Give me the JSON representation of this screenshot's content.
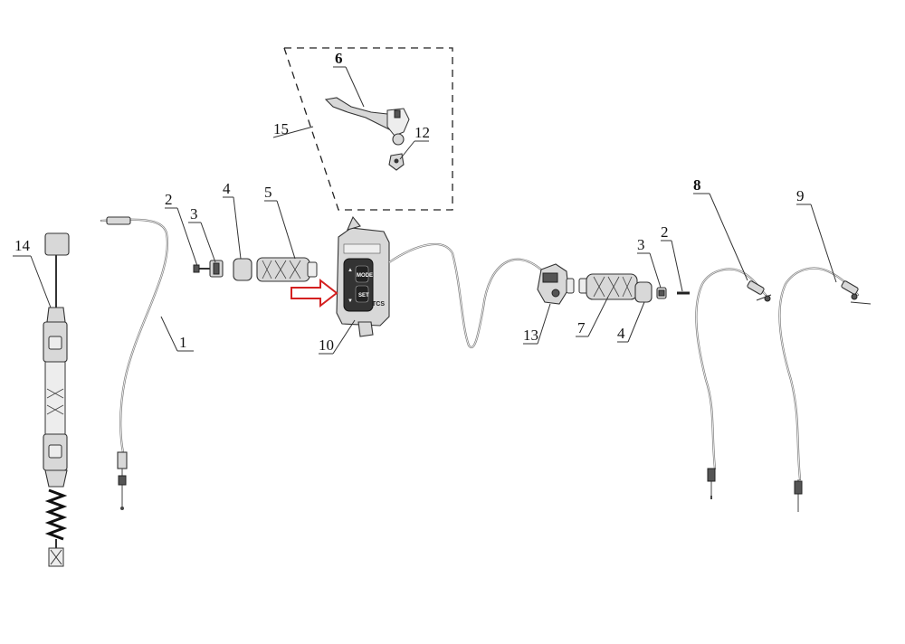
{
  "callouts": {
    "c1": "1",
    "c2a": "2",
    "c2b": "2",
    "c3a": "3",
    "c3b": "3",
    "c4a": "4",
    "c4b": "4",
    "c5": "5",
    "c6": "6",
    "c7": "7",
    "c8": "8",
    "c9": "9",
    "c10": "10",
    "c12": "12",
    "c13": "13",
    "c14": "14",
    "c15": "15"
  },
  "switch_labels": {
    "mode": "MODE",
    "set": "SET",
    "tcs": "TCS"
  },
  "colors": {
    "arrow": "#d42020",
    "line": "#333333",
    "cable": "#777777"
  },
  "icons": {
    "pointer": "red-outline-arrow-icon"
  }
}
